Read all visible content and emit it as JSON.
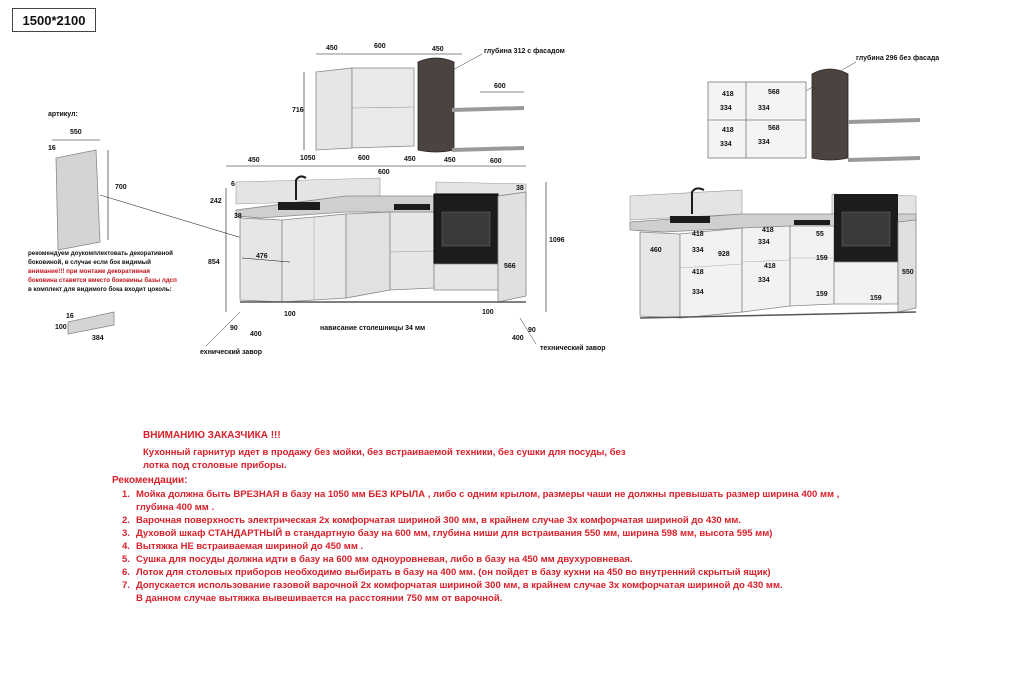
{
  "title": "1500*2100",
  "left_panel": {
    "article_label": "артикул:",
    "panel_width": "550",
    "panel_thickness": "16",
    "panel_height": "700",
    "recommendation_lines": [
      "рекомендуем доукомплектовать декоративной",
      "боковиной, в случае если бок видимый"
    ],
    "attention_lines": [
      "внимание!!! при монтаже декоративная",
      "боковина ставится вместо боковины базы лдсп"
    ],
    "plinth_line": "в комплект для видимого бока входит цоколь:",
    "plinth_thickness": "16",
    "plinth_height": "100",
    "plinth_width": "384"
  },
  "center_view": {
    "top_dims": [
      "450",
      "600",
      "450"
    ],
    "depth_label": "глубина 312 с фасадом",
    "upper_height": "716",
    "shelf_width": "600",
    "base_dims": [
      "450",
      "1050",
      "600",
      "450",
      "450",
      "600"
    ],
    "depth_600": "600",
    "h6": "6",
    "h38": "38",
    "h242": "242",
    "h38b": "38",
    "h476": "476",
    "h854": "854",
    "h566": "566",
    "h1096": "1096",
    "h100a": "100",
    "h100b": "100",
    "w90a": "90",
    "w400a": "400",
    "w90b": "90",
    "w400b": "400",
    "overhang": "нависание столешницы 34 мм",
    "tech_gap_left": "ехнический завор",
    "tech_gap_right": "технический завор"
  },
  "right_view": {
    "depth_label": "глубина 296 без фасада",
    "upper_dims": [
      "418",
      "568",
      "334",
      "334",
      "418",
      "568",
      "334",
      "334"
    ],
    "base_dims": [
      "460",
      "418",
      "334",
      "928",
      "418",
      "334",
      "418",
      "334",
      "418",
      "334",
      "55",
      "159",
      "159",
      "159",
      "550"
    ]
  },
  "warning": {
    "title": "ВНИМАНИЮ ЗАКАЗЧИКА !!!",
    "line1": "Кухонный гарнитур идет в продажу без мойки, без встраиваемой техники, без сушки для посуды, без",
    "line2": "лотка под столовые приборы."
  },
  "recommendations": {
    "title": "Рекомендации:",
    "items": [
      {
        "num": "1.",
        "text": "Мойка должна быть ВРЕЗНАЯ в базу на 1050 мм БЕЗ КРЫЛА , либо с одним крылом, размеры чаши  не должны превышать размер ширина  400  мм ,"
      },
      {
        "num": "",
        "text": "глубина  400 мм ."
      },
      {
        "num": "2.",
        "text": "Варочная поверхность электрическая 2х комфорчатая  шириной 300 мм,  в крайнем случае 3х комфорчатая шириной до  430 мм."
      },
      {
        "num": "3.",
        "text": "Духовой шкаф СТАНДАРТНЫЙ в стандартную базу на 600 мм, глубина ниши для встраивания 550 мм, ширина 598 мм, высота 595 мм)"
      },
      {
        "num": "4.",
        "text": "Вытяжка НЕ встраиваемая шириной до 450 мм ."
      },
      {
        "num": "5.",
        "text": "Сушка для посуды должна идти в базу на 600 мм  одноуровневая, либо в базу на 450 мм двухуровневая."
      },
      {
        "num": "6.",
        "text": "Лоток для столовых приборов необходимо выбирать в базу на 400 мм. (он пойдет в базу кухни на 450 во внутренний скрытый ящик)"
      },
      {
        "num": "7.",
        "text": "Допускается использование газовой варочной 2х комфорчатая шириной 300 мм,  в крайнем случае 3х комфорчатая шириной до  430 мм."
      },
      {
        "num": "",
        "text": "В данном случае вытяжка вывешивается на расстоянии 750 мм от варочной."
      }
    ]
  },
  "colors": {
    "warning_red": "#d8202a",
    "cabinet_light": "#e3e3e3",
    "cabinet_mid": "#c8c8c8",
    "hood_dark": "#4a4340",
    "oven_black": "#1c1c1c"
  }
}
